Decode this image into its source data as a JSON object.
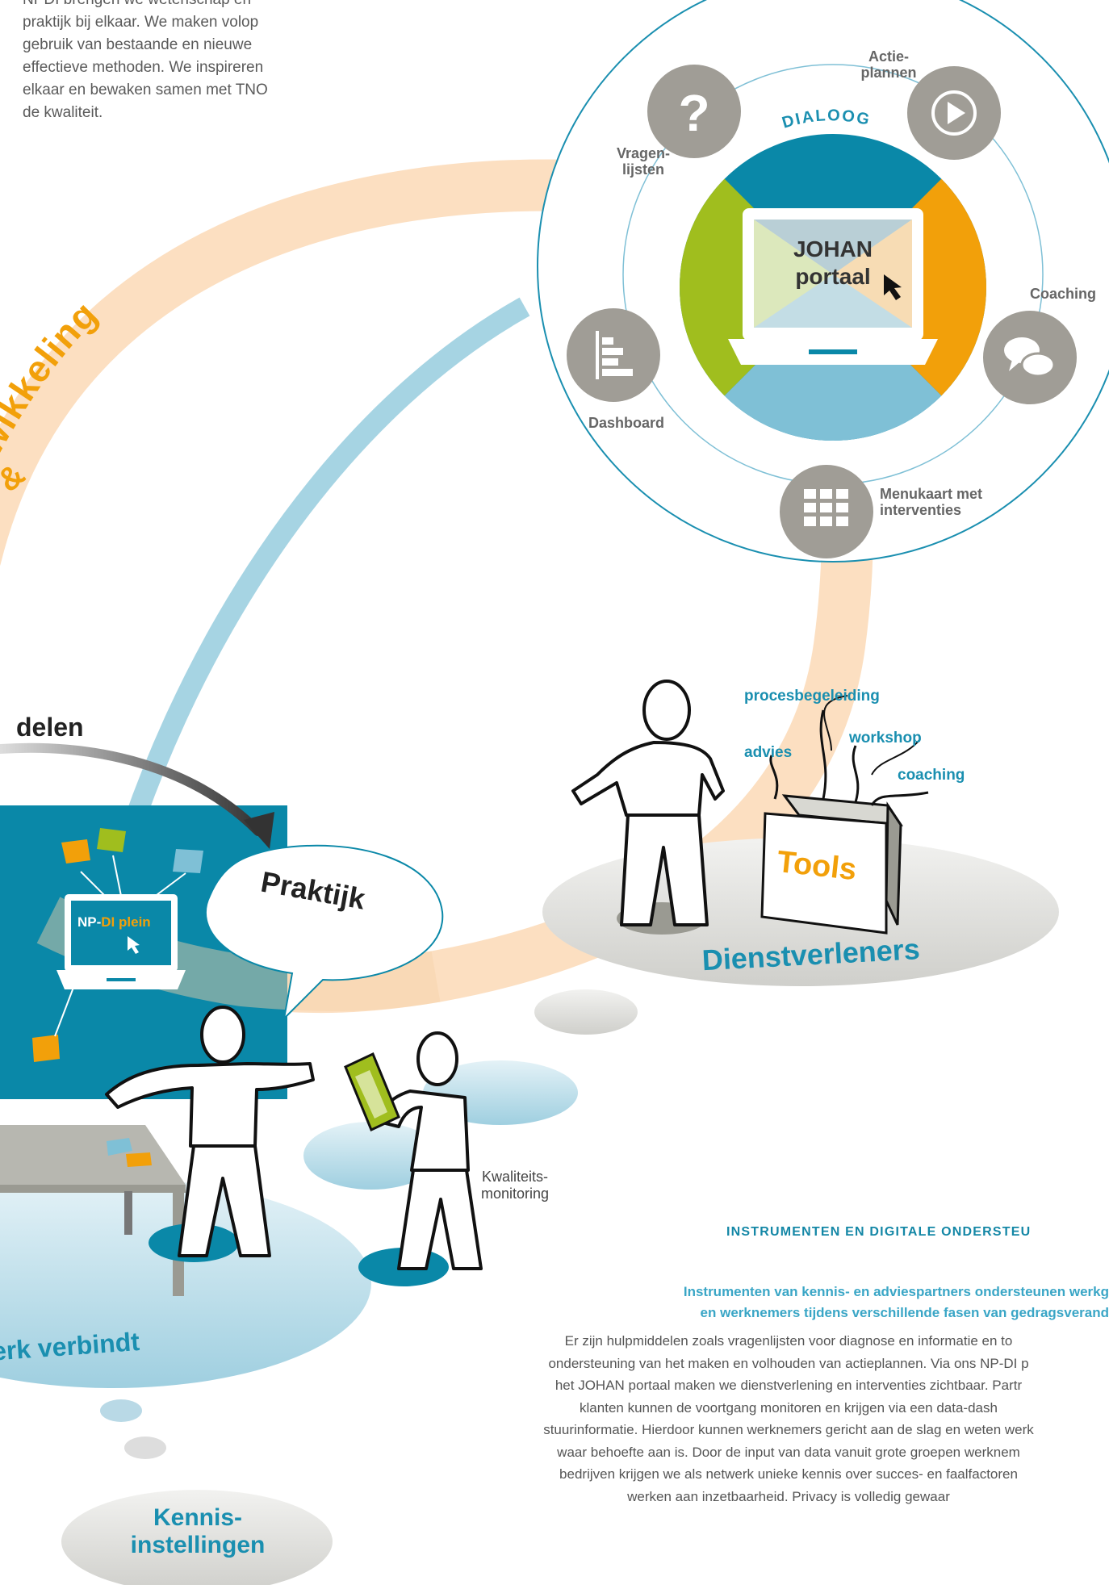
{
  "intro_lines": [
    "NPDI brengen we wetenschap en",
    "praktijk bij elkaar. We maken volop",
    "gebruik van bestaande en nieuwe",
    "effectieve methoden. We inspireren",
    "elkaar en bewaken samen met TNO",
    "de kwaliteit."
  ],
  "arc_label": "Ontwikkeling",
  "arc_prefix": "&",
  "delen_label": "delen",
  "portal": {
    "ring_title": "DIALOOG",
    "screen_line1": "JOHAN",
    "screen_line2": "portaal",
    "items": [
      {
        "name": "question-mark-icon",
        "label": "Vragen-\nlijsten"
      },
      {
        "name": "play-icon",
        "label": "Actie-\nplannen"
      },
      {
        "name": "speech-bubbles-icon",
        "label": "Coaching"
      },
      {
        "name": "grid-icon",
        "label": "Menukaart met\ninterventies"
      },
      {
        "name": "bar-chart-icon",
        "label": "Dashboard"
      }
    ]
  },
  "services": {
    "tags": [
      "procesbegeleiding",
      "advies",
      "workshop",
      "coaching"
    ],
    "box_label": "Tools",
    "group_label": "Dienstverleners"
  },
  "practice": {
    "screen_prefix": "NP-",
    "screen_middle": "DI",
    "screen_suffix": " plein",
    "bubble": "Praktijk",
    "network": "erk verbindt",
    "quality": "Kwaliteits-\nmonitoring",
    "knowledge": "Kennis-\ninstellingen"
  },
  "section": {
    "title": "INSTRUMENTEN EN DIGITALE ONDERSTEU",
    "lead": [
      "Instrumenten van kennis- en adviespartners ondersteunen werkg",
      "en werknemers tijdens verschillende fasen van gedragsverand"
    ],
    "body": [
      "Er zijn hulpmiddelen zoals vragenlijsten voor diagnose en informatie en to",
      "ondersteuning van het maken en volhouden van actieplannen. Via ons NP-DI p",
      "het JOHAN portaal maken we dienstverlening en interventies zichtbaar. Partr",
      "klanten kunnen de voortgang monitoren en krijgen via  een data-dash",
      "stuurinformatie. Hierdoor kunnen werknemers gericht aan de slag en weten werk",
      "waar behoefte aan is. Door de input van data vanuit grote groepen werknem",
      "bedrijven krijgen we als netwerk unieke kennis over succes- en faalfactoren",
      "werken aan inzetbaarheid. Privacy is volledig gewaar"
    ]
  },
  "colors": {
    "teal": "#0a88a8",
    "light_blue": "#7fc0d6",
    "orange": "#f2a00a",
    "green": "#a0be1e",
    "grey_icon": "#a09d96",
    "peach": "#fbd9b6"
  }
}
